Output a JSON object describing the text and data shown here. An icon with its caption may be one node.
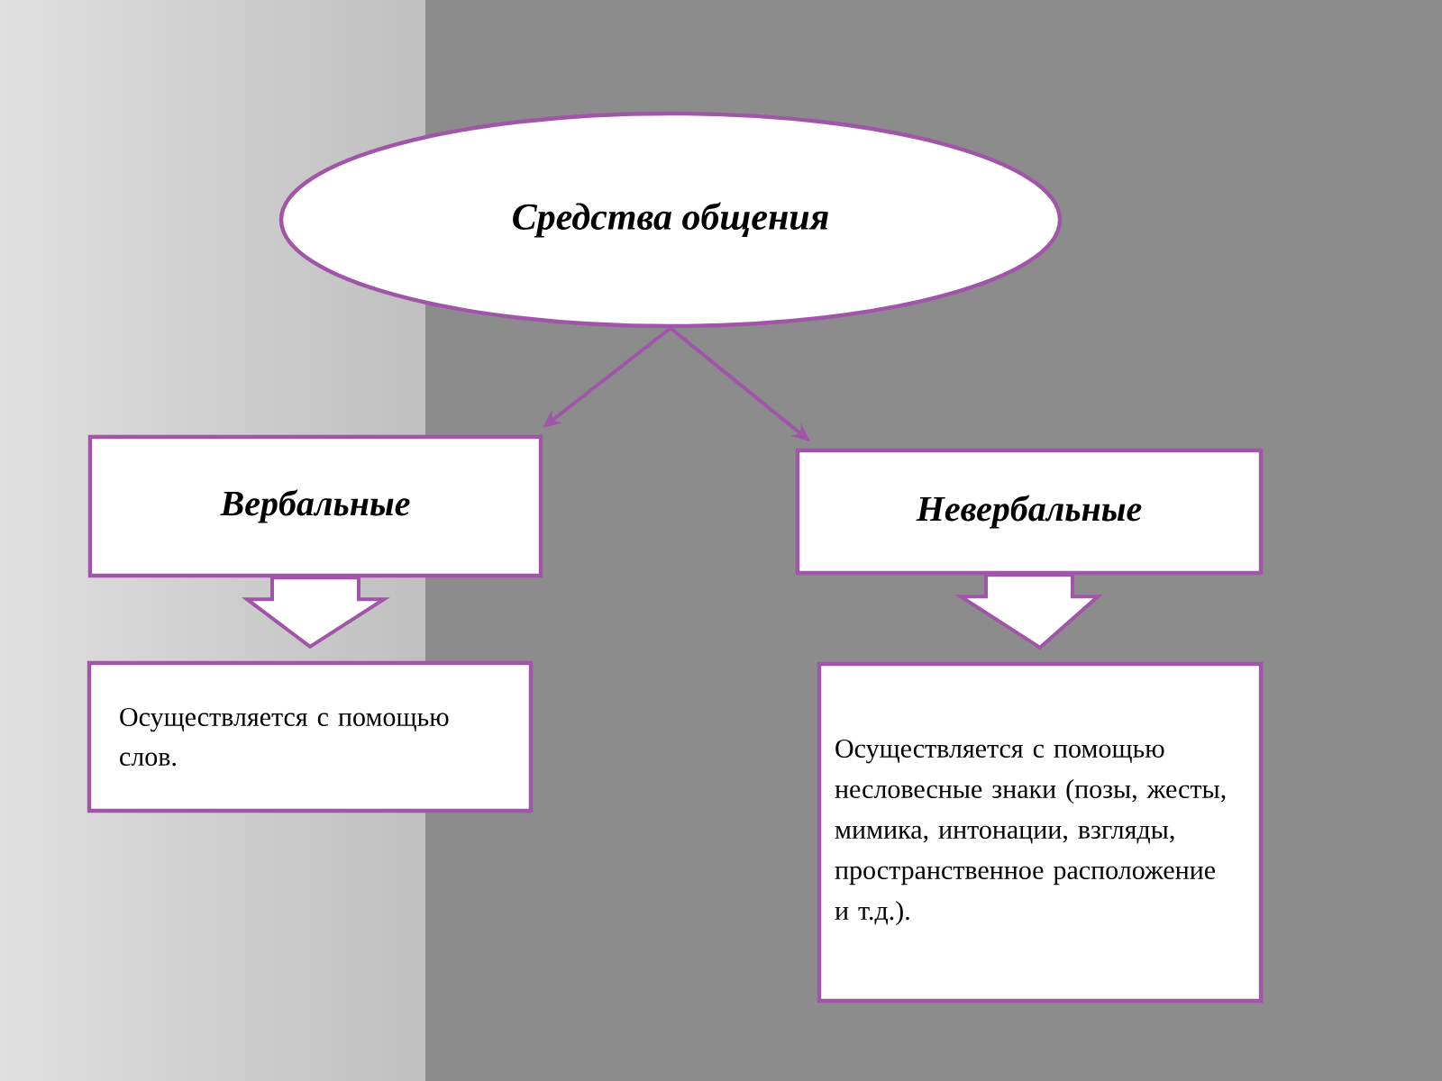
{
  "diagram": {
    "nodes": [
      {
        "text": [
          "Средства общения"
        ]
      },
      {
        "text": [
          "Вербальные"
        ]
      },
      {
        "text": [
          "Невербальные"
        ]
      },
      {
        "text": [
          "Осуществляется с помощью слов."
        ]
      },
      {
        "text": [
          "Осуществляется с помощью  несловесные знаки (позы, жесты, мимика, интонации, взгляды, пространственное расположение и т.д.)."
        ]
      }
    ],
    "edges": [
      {
        "from": 0,
        "to": 1,
        "arrow": "to"
      },
      {
        "from": 0,
        "to": 2,
        "arrow": "to"
      },
      {
        "from": 1,
        "to": 3,
        "arrow": "to"
      },
      {
        "from": 2,
        "to": 4,
        "arrow": "to"
      }
    ]
  }
}
